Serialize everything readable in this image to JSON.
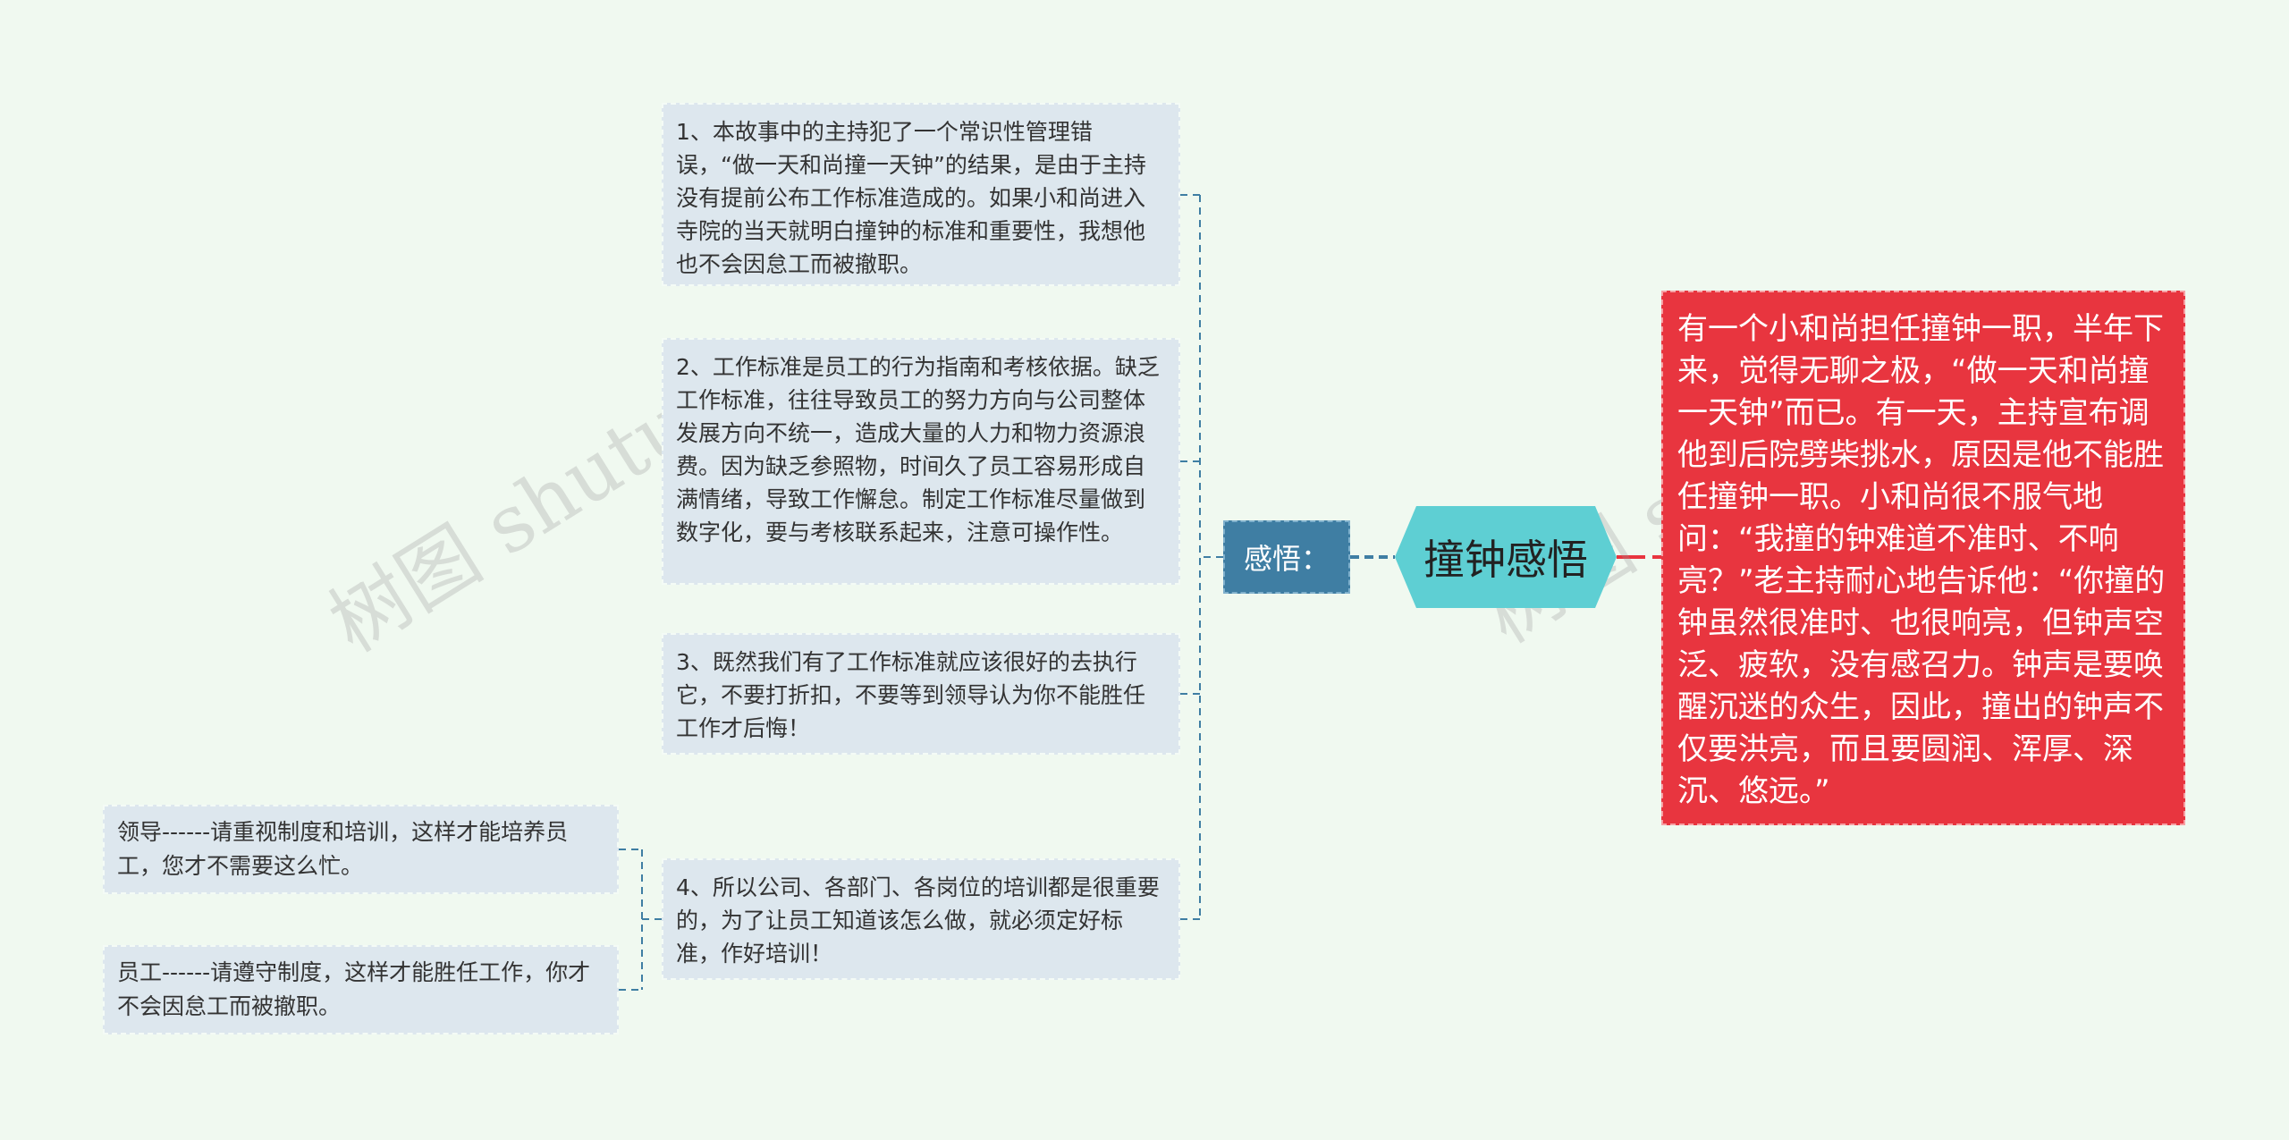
{
  "root": {
    "label": "撞钟感悟"
  },
  "branch": {
    "label": "感悟："
  },
  "points": [
    "1、本故事中的主持犯了一个常识性管理错误，“做一天和尚撞一天钟”的结果，是由于主持没有提前公布工作标准造成的。如果小和尚进入寺院的当天就明白撞钟的标准和重要性，我想他也不会因怠工而被撤职。",
    "2、工作标准是员工的行为指南和考核依据。缺乏工作标准，往往导致员工的努力方向与公司整体发展方向不统一，造成大量的人力和物力资源浪费。因为缺乏参照物，时间久了员工容易形成自满情绪，导致工作懈怠。制定工作标准尽量做到数字化，要与考核联系起来，注意可操作性。",
    "3、既然我们有了工作标准就应该很好的去执行它，不要打折扣，不要等到领导认为你不能胜任工作才后悔！",
    "4、所以公司、各部门、各岗位的培训都是很重要的，为了让员工知道该怎么做，就必须定好标准，作好培训！"
  ],
  "sub_points": [
    "领导------请重视制度和培训，这样才能培养员工，您才不需要这么忙。",
    "员工------请遵守制度，这样才能胜任工作，你才不会因怠工而被撤职。"
  ],
  "story": "有一个小和尚担任撞钟一职，半年下来，觉得无聊之极，“做一天和尚撞一天钟”而已。有一天，主持宣布调他到后院劈柴挑水，原因是他不能胜任撞钟一职。小和尚很不服气地问：“我撞的钟难道不准时、不响亮？”老主持耐心地告诉他：“你撞的钟虽然很准时、也很响亮，但钟声空泛、疲软，没有感召力。钟声是要唤醒沉迷的众生，因此，撞出的钟声不仅要洪亮，而且要圆润、浑厚、深沉、悠远。”",
  "watermarks": [
    "树图 shutu.cn",
    "树图 shutu.cn"
  ],
  "colors": {
    "background": "#f0f9f0",
    "root_fill": "#5ecfd3",
    "branch_fill": "#3f7ea3",
    "leaf_fill": "#dde7ee",
    "story_fill": "#e8353f",
    "link_left": "#3f7ea3",
    "link_right": "#e8353f"
  }
}
